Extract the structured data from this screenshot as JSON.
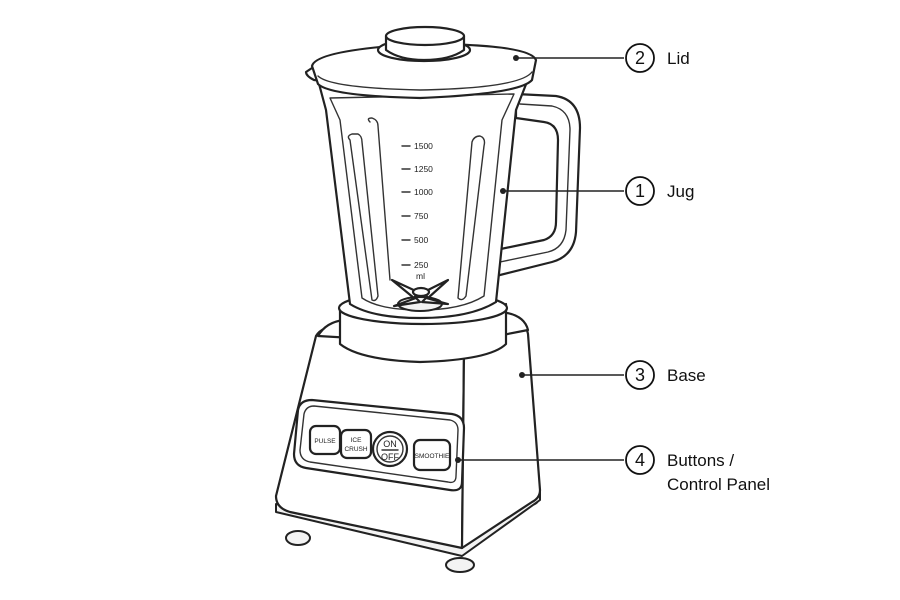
{
  "scale": {
    "marks": [
      "1500",
      "1250",
      "1000",
      "750",
      "500",
      "250"
    ],
    "unit": "ml"
  },
  "buttons": {
    "pulse": "PULSE",
    "ice_line1": "ICE",
    "ice_line2": "CRUSH",
    "on": "ON",
    "off": "OFF",
    "smoothie": "SMOOTHIE"
  },
  "callouts": [
    {
      "number": "2",
      "label": "Lid"
    },
    {
      "number": "1",
      "label": "Jug"
    },
    {
      "number": "3",
      "label": "Base"
    },
    {
      "number": "4",
      "label_line1": "Buttons /",
      "label_line2": "Control Panel"
    }
  ]
}
